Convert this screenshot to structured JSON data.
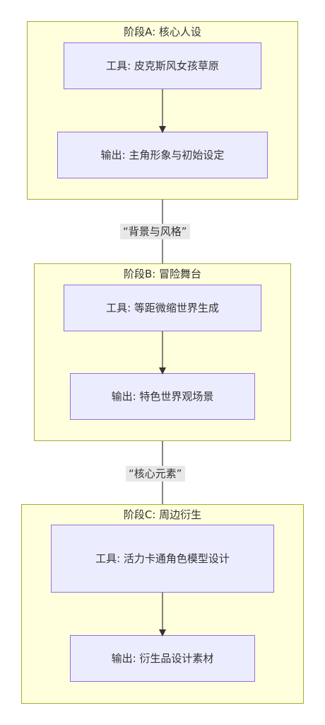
{
  "stages": [
    {
      "title": "阶段A: 核心人设",
      "tool": "工具: 皮克斯风女孩草原",
      "output": "输出: 主角形象与初始设定"
    },
    {
      "title": "阶段B: 冒险舞台",
      "tool": "工具: 等距微缩世界生成",
      "output": "输出: 特色世界观场景"
    },
    {
      "title": "阶段C: 周边衍生",
      "tool": "工具: 活力卡通角色模型设计",
      "output": "输出: 衍生品设计素材"
    }
  ],
  "links": [
    {
      "label": "“背景与风格”"
    },
    {
      "label": "“核心元素”"
    }
  ],
  "colors": {
    "stage_fill": "#ffffde",
    "stage_border": "#aaaa33",
    "node_fill": "#ececff",
    "node_border": "#9370db",
    "edge": "#333333",
    "edge_label_bg": "#e8e8e8"
  }
}
